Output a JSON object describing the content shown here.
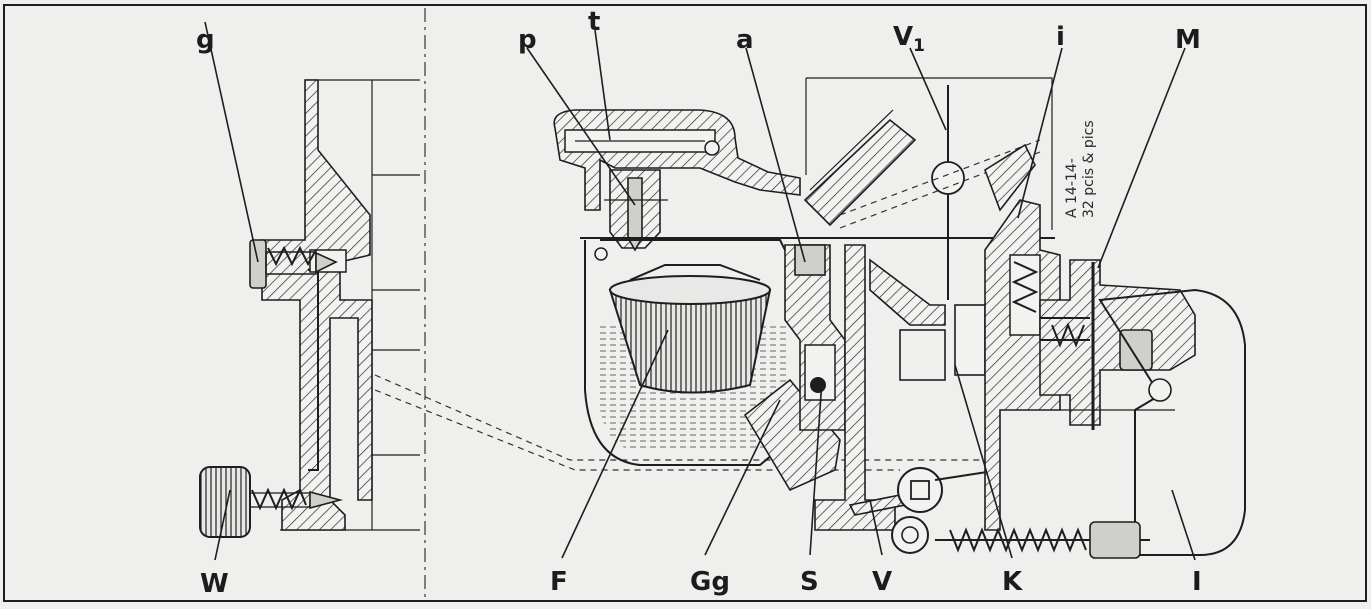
{
  "labels": {
    "g": "g",
    "p": "p",
    "t": "t",
    "a": "a",
    "v1": "V",
    "v1_sub": "1",
    "i": "i",
    "M": "M",
    "W": "W",
    "F": "F",
    "Gg": "Gg",
    "S": "S",
    "V": "V",
    "K": "K",
    "I": "I"
  },
  "note": {
    "line1": "A 14-14-",
    "line2": "32 pcis & pics"
  }
}
